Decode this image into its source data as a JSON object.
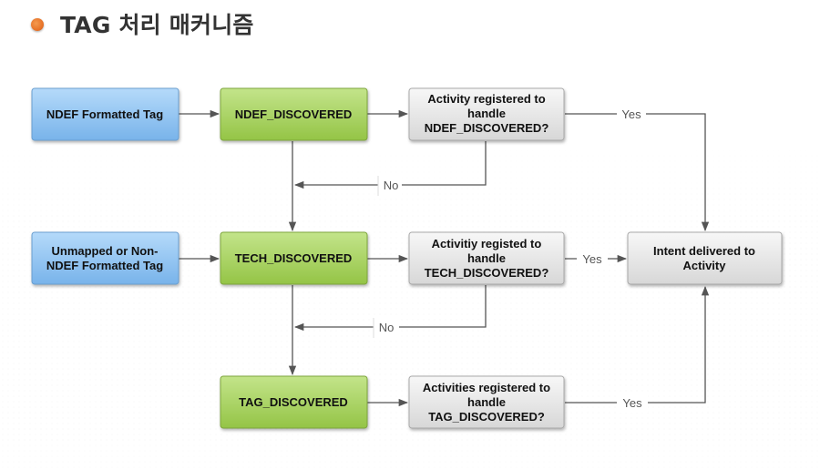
{
  "title": "TAG 처리 매커니즘",
  "nodes": {
    "ndef_formatted_tag": [
      "NDEF Formatted Tag"
    ],
    "ndef_discovered": [
      "NDEF_DISCOVERED"
    ],
    "ndef_question": [
      "Activity registered to",
      "handle",
      "NDEF_DISCOVERED?"
    ],
    "unmapped_tag": [
      "Unmapped or Non-",
      "NDEF Formatted Tag"
    ],
    "tech_discovered": [
      "TECH_DISCOVERED"
    ],
    "tech_question": [
      "Activitiy registed to",
      "handle",
      "TECH_DISCOVERED?"
    ],
    "intent_delivered": [
      "Intent delivered to",
      "Activity"
    ],
    "tag_discovered": [
      "TAG_DISCOVERED"
    ],
    "tag_question": [
      "Activities registered to",
      "handle",
      "TAG_DISCOVERED?"
    ]
  },
  "edge_labels": {
    "ndef_yes": "Yes",
    "ndef_no": "No",
    "tech_yes": "Yes",
    "tech_no": "No",
    "tag_yes": "Yes"
  },
  "colors": {
    "blue_node": "#8ec4f3",
    "green_node": "#a7d35c",
    "gray_node": "#e6e6e6",
    "title_bullet": "#e8742a"
  }
}
